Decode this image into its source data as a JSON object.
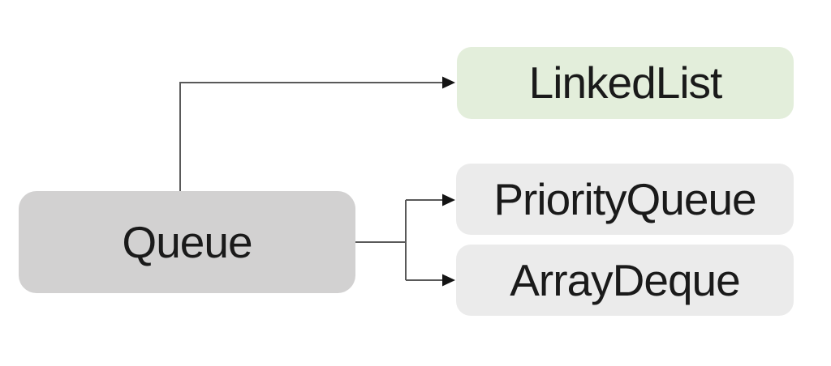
{
  "diagram": {
    "background": "#ffffff",
    "connector_color": "#595959",
    "arrow_color": "#141414",
    "text_color": "#1a1a1a",
    "highlight_fill": "#e3eedb",
    "nodes": [
      {
        "id": "queue",
        "label": "Queue",
        "fill": "#d2d1d1",
        "role": "parent"
      },
      {
        "id": "linkedlist",
        "label": "LinkedList",
        "fill": "#e3eedb",
        "role": "child"
      },
      {
        "id": "priorityqueue",
        "label": "PriorityQueue",
        "fill": "#ebebeb",
        "role": "child"
      },
      {
        "id": "arraydeque",
        "label": "ArrayDeque",
        "fill": "#ebebeb",
        "role": "child"
      }
    ],
    "edges": [
      {
        "from": "queue",
        "to": "linkedlist"
      },
      {
        "from": "queue",
        "to": "priorityqueue"
      },
      {
        "from": "queue",
        "to": "arraydeque"
      }
    ]
  }
}
